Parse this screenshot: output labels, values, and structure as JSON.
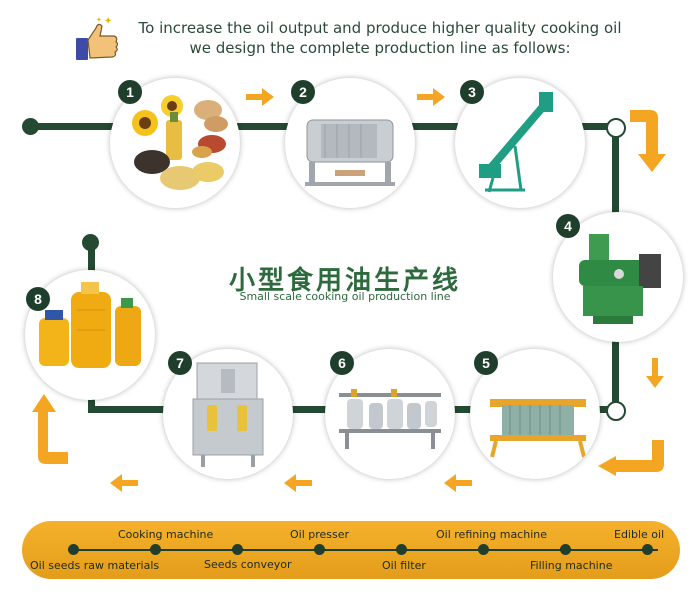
{
  "header": {
    "line1": "To increase the oil output and produce higher quality cooking oil",
    "line2": "we design the complete production line as follows:"
  },
  "title": {
    "chinese": "小型食用油生产线",
    "english": "Small scale cooking oil production line"
  },
  "steps": [
    {
      "number": "1",
      "icon": "oil-seeds-raw-materials-image"
    },
    {
      "number": "2",
      "icon": "cooking-machine-image"
    },
    {
      "number": "3",
      "icon": "seeds-conveyor-image"
    },
    {
      "number": "4",
      "icon": "oil-presser-image"
    },
    {
      "number": "5",
      "icon": "oil-filter-image"
    },
    {
      "number": "6",
      "icon": "oil-refining-machine-image"
    },
    {
      "number": "7",
      "icon": "filling-machine-image"
    },
    {
      "number": "8",
      "icon": "edible-oil-image"
    }
  ],
  "legend": {
    "top_labels": [
      "Cooking machine",
      "Oil presser",
      "Oil refining machine",
      "Edible oil"
    ],
    "bottom_labels": [
      "Oil seeds raw materials",
      "Seeds conveyor",
      "Oil filter",
      "Filling machine"
    ]
  },
  "colors": {
    "track": "#244a33",
    "arrow": "#f4a623",
    "badge": "#1f3f2c",
    "legend_bar": "#f0aa24",
    "title": "#2d6a3e"
  }
}
